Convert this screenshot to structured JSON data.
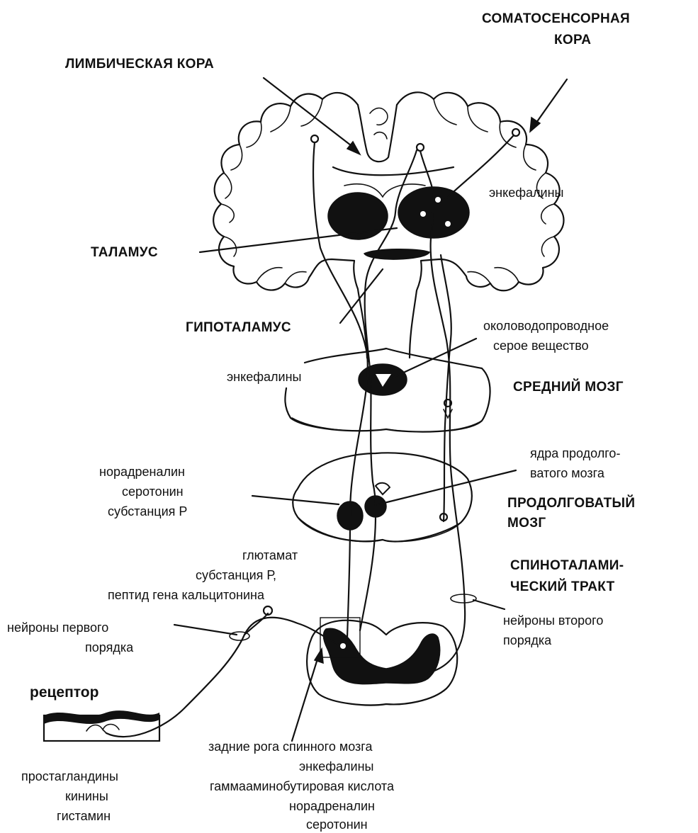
{
  "labels": {
    "somatosensory_cortex_line1": "СОМАТОСЕНСОРНАЯ",
    "somatosensory_cortex_line2": "КОРА",
    "limbic_cortex": "ЛИМБИЧЕСКАЯ КОРА",
    "enkephalins_top": "энкефалины",
    "thalamus": "ТАЛАМУС",
    "hypothalamus": "ГИПОТАЛАМУС",
    "pag_line1": "околоводопроводное",
    "pag_line2": "серое вещество",
    "enkephalins_mid": "энкефалины",
    "midbrain": "СРЕДНИЙ МОЗГ",
    "medulla_nuclei_line1": "ядра продолго-",
    "medulla_nuclei_line2": "ватого мозга",
    "medulla_transmitters_line1": "норадреналин",
    "medulla_transmitters_line2": "серотонин",
    "medulla_transmitters_line3": "субстанция Р",
    "medulla_line1": "ПРОДОЛГОВАТЫЙ",
    "medulla_line2": "МОЗГ",
    "spinal_transmitters_line1": "глютамат",
    "spinal_transmitters_line2": "субстанция Р,",
    "spinal_transmitters_line3": "пептид гена кальцитонина",
    "spinothalamic_line1": "СПИНОТАЛАМИ-",
    "spinothalamic_line2": "ЧЕСКИЙ ТРАКТ",
    "first_order_line1": "нейроны первого",
    "first_order_line2": "порядка",
    "second_order_line1": "нейроны второго",
    "second_order_line2": "порядка",
    "receptor": "рецептор",
    "dorsal_horns": "задние рога спинного мозга",
    "dh_transmitter_1": "энкефалины",
    "dh_transmitter_2": "гаммааминобутировая кислота",
    "dh_transmitter_3": "норадреналин",
    "dh_transmitter_4": "серотонин",
    "receptor_mediator_1": "простагландины",
    "receptor_mediator_2": "кинины",
    "receptor_mediator_3": "гистамин"
  }
}
